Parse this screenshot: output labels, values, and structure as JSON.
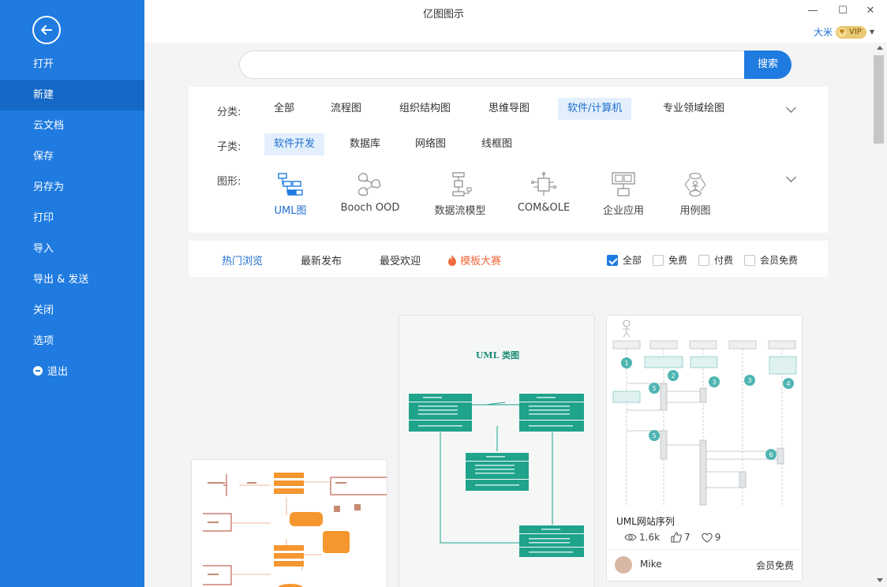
{
  "window": {
    "title": "亿图图示",
    "minimize": "—",
    "maximize": "☐",
    "close": "✕"
  },
  "account": {
    "user_name": "大米",
    "vip_label": "VIP"
  },
  "sidebar": {
    "items": [
      {
        "label": "打开"
      },
      {
        "label": "新建"
      },
      {
        "label": "云文档"
      },
      {
        "label": "保存"
      },
      {
        "label": "另存为"
      },
      {
        "label": "打印"
      },
      {
        "label": "导入"
      },
      {
        "label": "导出 & 发送"
      },
      {
        "label": "关闭"
      },
      {
        "label": "选项"
      },
      {
        "label": "退出"
      }
    ],
    "active_index": 1
  },
  "search": {
    "placeholder": "",
    "button_label": "搜索"
  },
  "filters": {
    "category_label": "分类:",
    "categories": [
      "全部",
      "流程图",
      "组织结构图",
      "思维导图",
      "软件/计算机",
      "专业领域绘图"
    ],
    "category_selected": "软件/计算机",
    "subcategory_label": "子类:",
    "subcategories": [
      "软件开发",
      "数据库",
      "网络图",
      "线框图"
    ],
    "subcategory_selected": "软件开发",
    "shape_label": "图形:",
    "shapes": [
      "UML图",
      "Booch OOD",
      "数据流模型",
      "COM&OLE",
      "企业应用",
      "用例图"
    ],
    "shape_selected": "UML图"
  },
  "sort": {
    "tabs": [
      "热门浏览",
      "最新发布",
      "最受欢迎"
    ],
    "contest_label": "模板大赛",
    "selected": "热门浏览",
    "checkboxes": [
      {
        "label": "全部",
        "checked": true
      },
      {
        "label": "免费",
        "checked": false
      },
      {
        "label": "付费",
        "checked": false
      },
      {
        "label": "会员免费",
        "checked": false
      }
    ]
  },
  "cards": {
    "class_diagram_title": "UML 类图",
    "sequence": {
      "title": "UML网站序列",
      "views": "1.6k",
      "likes": "7",
      "favorites": "9",
      "author": "Mike",
      "price": "会员免费"
    }
  },
  "colors": {
    "sidebar": "#1f7be0",
    "accent": "#1f7be0",
    "teal": "#20a38b",
    "orange": "#f5962e"
  }
}
